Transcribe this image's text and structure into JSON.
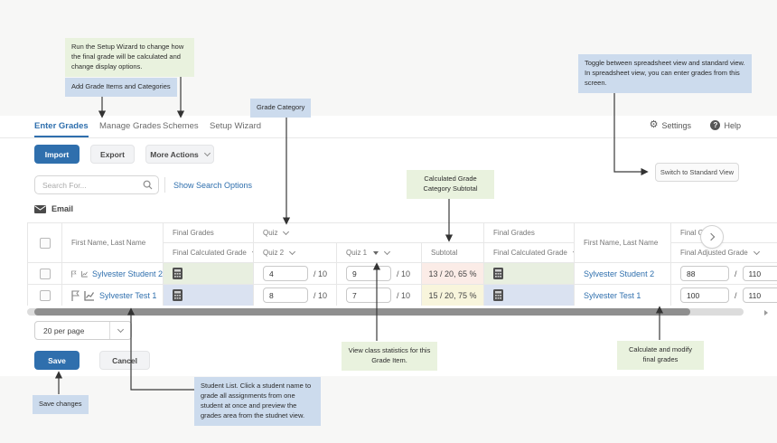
{
  "colors": {
    "accent_blue": "#2f6fad",
    "link_blue": "#2f6fad",
    "callout_green": "#e9f2de",
    "callout_blue": "#ccdbed",
    "calculated_cell_green": "#e8efe0",
    "calculated_cell_blue": "#dae2f1",
    "subtotal_red_bg": "#fbece7",
    "subtotal_red_text": "#a14d3f",
    "subtotal_yellow_bg": "#f8f5dc",
    "subtotal_yellow_text": "#7d7531"
  },
  "tabs": {
    "enter_grades": "Enter Grades",
    "manage_grades": "Manage Grades",
    "schemes": "Schemes",
    "setup_wizard": "Setup Wizard"
  },
  "top_right": {
    "gear_glyph": "⚙",
    "settings": "Settings",
    "help_glyph": "?",
    "help": "Help"
  },
  "toolbar": {
    "import": "Import",
    "export": "Export",
    "more_actions": "More Actions"
  },
  "search": {
    "placeholder": "Search For...",
    "show_options": "Show Search Options"
  },
  "email": {
    "label": "Email"
  },
  "switch_view": {
    "label": "Switch to Standard View"
  },
  "table": {
    "columns": {
      "name": "First Name, Last Name",
      "final_grades_group": "Final Grades",
      "quiz_group": "Quiz",
      "final_calculated": "Final Calculated Grade",
      "quiz2": "Quiz 2",
      "quiz1": "Quiz 1",
      "subtotal": "Subtotal",
      "final_adjusted": "Final Adjusted Grade"
    },
    "out_of": "/ 10",
    "slash": "/",
    "rows": [
      {
        "name": "Sylvester Student 2",
        "quiz2": "4",
        "quiz1": "9",
        "subtotal": "13 / 20, 65 %",
        "final_adjusted": "88",
        "final_adjusted_max": "110"
      },
      {
        "name": "Sylvester Test 1",
        "quiz2": "8",
        "quiz1": "7",
        "subtotal": "15 / 20, 75 %",
        "final_adjusted": "100",
        "final_adjusted_max": "110"
      }
    ]
  },
  "pagination": {
    "per_page": "20 per page"
  },
  "actions": {
    "save": "Save",
    "cancel": "Cancel"
  },
  "callouts": {
    "run_setup_wizard": "Run the Setup Wizard to change how the final grade will be calculated and change display options.",
    "add_grade_items": "Add Grade Items and Categories",
    "grade_category": "Grade Category",
    "toggle_view": "Toggle between spreadsheet view and standard view. In spreadsheet view, you can enter grades from this screen.",
    "calculated_subtotal": "Calculated Grade Category Subtotal",
    "class_statistics": "View class statistics for this Grade Item.",
    "calculate_final": "Calculate and modify final grades",
    "save_changes": "Save changes",
    "student_list": "Student List. Click a student name to grade all assignments from one student at once and preview the grades area from the studnet view."
  }
}
